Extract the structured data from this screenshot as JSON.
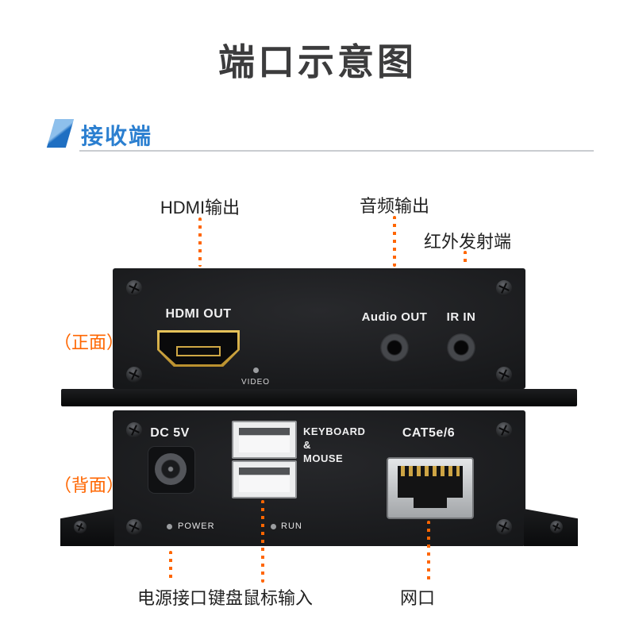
{
  "title": "端口示意图",
  "section": {
    "label": "接收端"
  },
  "colors": {
    "orange": "#ff6600",
    "blue": "#2b7fd0"
  },
  "callouts": {
    "hdmi_out": "HDMI输出",
    "audio_out": "音频输出",
    "ir": "红外发射端",
    "front": "（正面）",
    "back": "（背面）",
    "power": "电源接口",
    "kb_mouse": "键盘鼠标输入",
    "lan": "网口"
  },
  "front_panel": {
    "hdmi_port_label": "HDMI OUT",
    "video_led_label": "VIDEO",
    "audio_port_label": "Audio OUT",
    "ir_port_label": "IR IN"
  },
  "back_panel": {
    "dc_port_label": "DC 5V",
    "usb_label": [
      "KEYBOARD",
      "&",
      "MOUSE"
    ],
    "lan_port_label": "CAT5e/6",
    "power_led_label": "POWER",
    "run_led_label": "RUN"
  }
}
